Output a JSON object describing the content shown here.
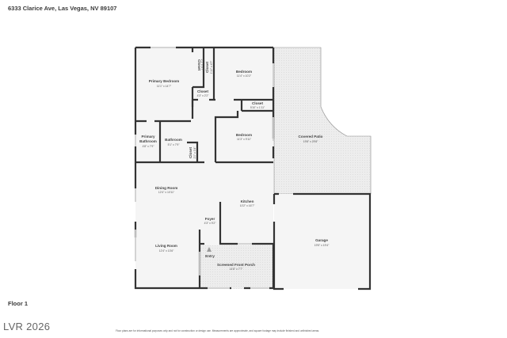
{
  "header": {
    "address": "6333 Clarice Ave, Las Vegas, NV 89107"
  },
  "floor": {
    "label": "Floor 1"
  },
  "footer": {
    "brand": "LVR 2026",
    "disclaimer": "Floor plans are for informational purposes only and not for construction or design use. Measurements are approximate, and square footage may include finished and unfinished areas."
  },
  "colors": {
    "wall": "#333333",
    "floor_fill": "#f5f5f5",
    "outdoor_fill": "#ececec",
    "window": "#cfcfcf"
  },
  "rooms": {
    "primary_bedroom": {
      "name": "Primary Bedroom",
      "dims": "11'1\" x 14'7\""
    },
    "closet_1": {
      "name": "Closet",
      "dims": "2'1\" x 4'7\""
    },
    "closet_2": {
      "name": "Closet",
      "dims": "1'10\" x 4'7\""
    },
    "closet_3": {
      "name": "Closet",
      "dims": "4'3\" x 2'2\""
    },
    "bedroom_1": {
      "name": "Bedroom",
      "dims": "11'4\" x 10'2\""
    },
    "closet_4": {
      "name": "Closet",
      "dims": "5'10\" x 1'11\""
    },
    "bedroom_2": {
      "name": "Bedroom",
      "dims": "11'3\" x 9'11\""
    },
    "primary_bathroom": {
      "name_line1": "Primary",
      "name_line2": "Bathroom",
      "dims": "4'8\" x 7'9\""
    },
    "bathroom": {
      "name": "Bathroom",
      "dims": "5'1\" x 7'9\""
    },
    "closet_5": {
      "name": "Closet",
      "dims": "2'0\" x 3'4\""
    },
    "covered_patio": {
      "name": "Covered Patio",
      "dims": "19'8\" x 29'8\""
    },
    "dining_room": {
      "name": "Dining Room",
      "dims": "12'4\" x 10'11\""
    },
    "kitchen": {
      "name": "Kitchen",
      "dims": "10'2\" x 16'7\""
    },
    "foyer": {
      "name": "Foyer",
      "dims": "4'3\" x 9'2\""
    },
    "living_room": {
      "name": "Living Room",
      "dims": "12'4\" x 13'6\""
    },
    "entry": {
      "name": "Entry"
    },
    "screened_front_porch": {
      "name": "Screened Front Porch",
      "dims": "14'8\" x 7'7\""
    },
    "garage": {
      "name": "Garage",
      "dims": "19'5\" x 19'4\""
    }
  }
}
